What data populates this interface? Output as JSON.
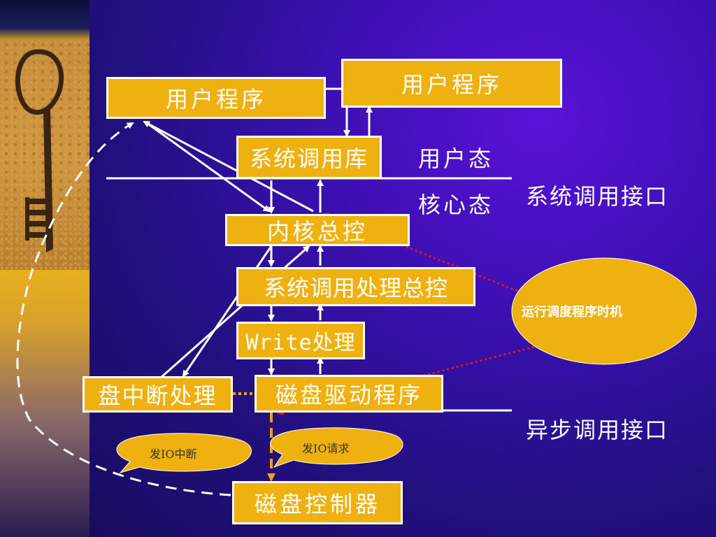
{
  "boxes": {
    "user_program_left": "用户程序",
    "user_program_right": "用户程序",
    "syscall_library": "系统调用库",
    "kernel_control": "内核总控",
    "syscall_handler_control": "系统调用处理总控",
    "write_handler": "Write处理",
    "disk_interrupt_handler": "盘中断处理",
    "disk_driver": "磁盘驱动程序",
    "disk_controller": "磁盘控制器"
  },
  "labels": {
    "user_mode": "用户态",
    "kernel_mode": "核心态",
    "syscall_interface": "系统调用接口",
    "async_call_interface": "异步调用接口"
  },
  "callouts": {
    "scheduling_timing": "运行调度程序时机",
    "issue_io_interrupt": "发IO中断",
    "issue_io_request": "发IO请求"
  },
  "colors": {
    "box_fill": "#eeb110",
    "arrow": "#ffffff",
    "dotted_red": "#e01818",
    "dotted_orange": "#eea020",
    "ellipse_fill": "#eeb110"
  }
}
